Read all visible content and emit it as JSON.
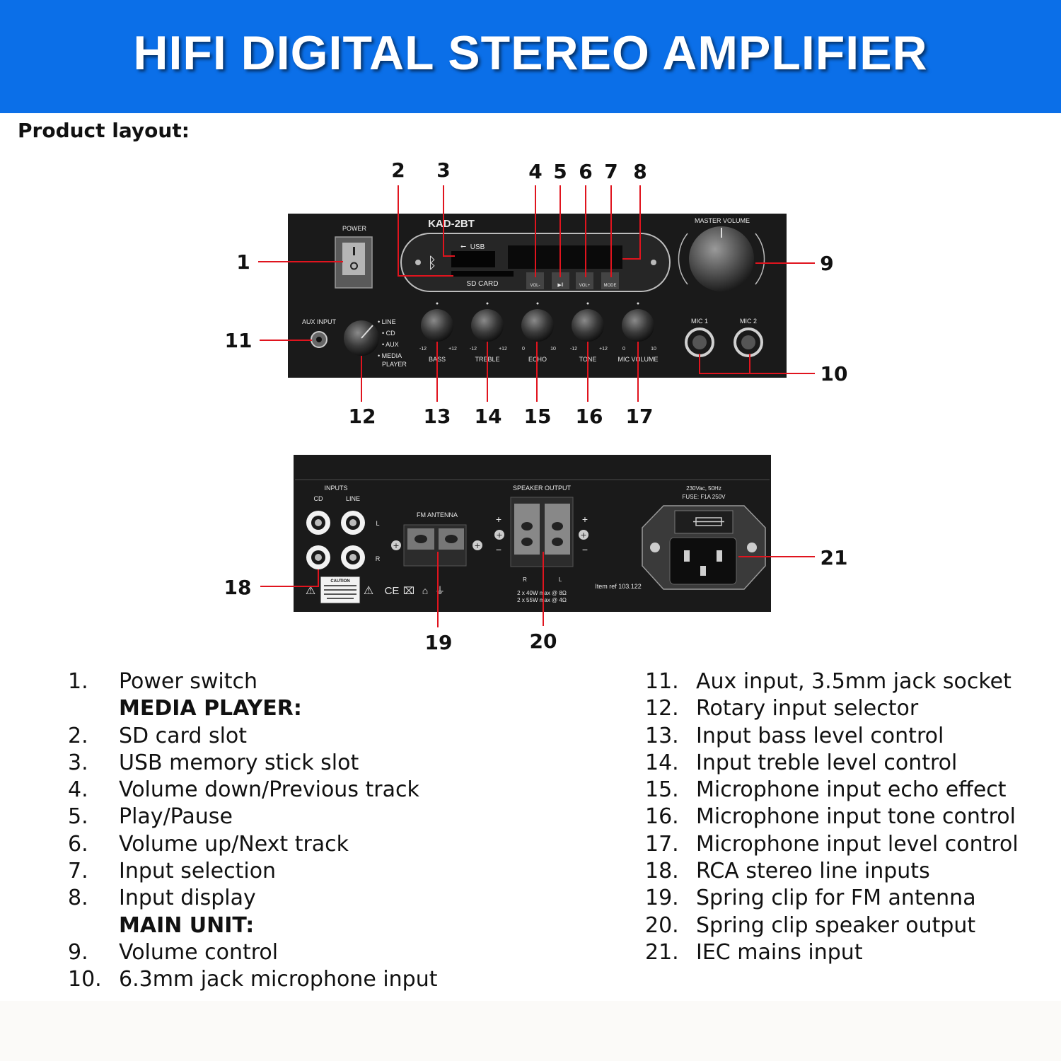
{
  "header": {
    "title": "HIFI DIGITAL STEREO AMPLIFIER"
  },
  "section_label": "Product layout:",
  "callouts": [
    "1",
    "2",
    "3",
    "4",
    "5",
    "6",
    "7",
    "8",
    "9",
    "10",
    "11",
    "12",
    "13",
    "14",
    "15",
    "16",
    "17",
    "18",
    "19",
    "20",
    "21"
  ],
  "front_panel": {
    "model": "KAD-2BT",
    "power": "POWER",
    "master_volume": "MASTER VOLUME",
    "usb": "USB",
    "sd_card": "SD CARD",
    "buttons": [
      "VOL-",
      "▶‖",
      "VOL+",
      "MODE"
    ],
    "aux_input": "AUX INPUT",
    "selector_options": [
      "LINE",
      "CD",
      "AUX",
      "MEDIA",
      "PLAYER"
    ],
    "knobs": [
      "BASS",
      "TREBLE",
      "ECHO",
      "TONE",
      "MIC VOLUME"
    ],
    "knob_scales": [
      [
        "-12",
        "+12"
      ],
      [
        "-12",
        "+12"
      ],
      [
        "0",
        "10"
      ],
      [
        "-12",
        "+12"
      ],
      [
        "0",
        "10"
      ]
    ],
    "mic1": "MIC 1",
    "mic2": "MIC 2"
  },
  "rear_panel": {
    "inputs": "INPUTS",
    "cd": "CD",
    "line": "LINE",
    "left": "L",
    "right": "R",
    "fm_antenna": "FM ANTENNA",
    "speaker_output": "SPEAKER OUTPUT",
    "speaker_r": "R",
    "speaker_l": "L",
    "power_spec_1": "2 x 40W max @ 8Ω",
    "power_spec_2": "2 x 55W max @ 4Ω",
    "mains": "230Vac, 50Hz",
    "fuse": "FUSE: F1A 250V",
    "item_ref": "Item ref 103.122",
    "caution": "CAUTION",
    "marks": "CE"
  },
  "legend": {
    "left": [
      {
        "num": "1.",
        "text": "Power switch"
      },
      {
        "num": "",
        "text": "MEDIA PLAYER:",
        "heading": true
      },
      {
        "num": "2.",
        "text": "SD card slot"
      },
      {
        "num": "3.",
        "text": "USB memory stick slot"
      },
      {
        "num": "4.",
        "text": "Volume down/Previous track"
      },
      {
        "num": "5.",
        "text": "Play/Pause"
      },
      {
        "num": "6.",
        "text": "Volume up/Next track"
      },
      {
        "num": "7.",
        "text": "Input selection"
      },
      {
        "num": "8.",
        "text": "Input display"
      },
      {
        "num": "",
        "text": "MAIN UNIT:",
        "heading": true
      },
      {
        "num": "9.",
        "text": "Volume control"
      },
      {
        "num": "10.",
        "text": "6.3mm jack microphone input"
      }
    ],
    "right": [
      {
        "num": "11.",
        "text": "Aux input, 3.5mm jack socket"
      },
      {
        "num": "12.",
        "text": "Rotary input selector"
      },
      {
        "num": "13.",
        "text": "Input bass level control"
      },
      {
        "num": "14.",
        "text": "Input treble level control"
      },
      {
        "num": "15.",
        "text": "Microphone input echo effect"
      },
      {
        "num": "16.",
        "text": "Microphone input tone control"
      },
      {
        "num": "17.",
        "text": "Microphone input level control"
      },
      {
        "num": "18.",
        "text": "RCA stereo line inputs"
      },
      {
        "num": "19.",
        "text": "Spring clip for FM antenna"
      },
      {
        "num": "20.",
        "text": "Spring clip speaker output"
      },
      {
        "num": "21.",
        "text": "IEC mains input"
      }
    ]
  },
  "colors": {
    "banner": "#0b6fe8",
    "leader": "#e0141e",
    "panel": "#1a1a1a"
  }
}
